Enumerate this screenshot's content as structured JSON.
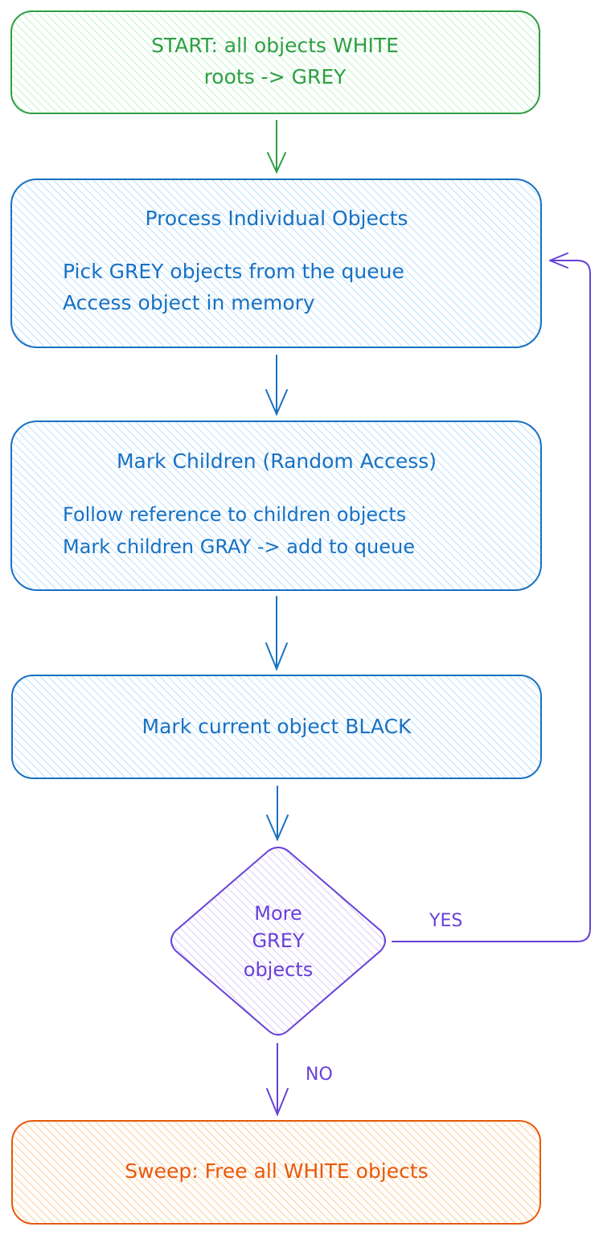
{
  "colors": {
    "green": "#2f9e44",
    "green_fill": "#b2f2bb",
    "blue": "#1971c2",
    "blue_fill": "#a5d8ff",
    "purple": "#6741d9",
    "purple_fill": "#d0bfff",
    "orange": "#e8590c",
    "orange_fill": "#ffc078"
  },
  "nodes": {
    "start": {
      "line1": "START: all objects WHITE",
      "line2": "roots -> GREY"
    },
    "process": {
      "title": "Process Individual Objects",
      "line1": "Pick GREY objects from the queue",
      "line2": "Access object in memory"
    },
    "mark_children": {
      "title": "Mark Children (Random Access)",
      "line1": "Follow reference to children objects",
      "line2": "Mark children GRAY -> add to queue"
    },
    "mark_black": {
      "text": "Mark current object BLACK"
    },
    "decision": {
      "line1": "More",
      "line2": "GREY",
      "line3": "objects"
    },
    "sweep": {
      "text": "Sweep: Free all WHITE objects"
    }
  },
  "edges": {
    "yes_label": "YES",
    "no_label": "NO"
  }
}
